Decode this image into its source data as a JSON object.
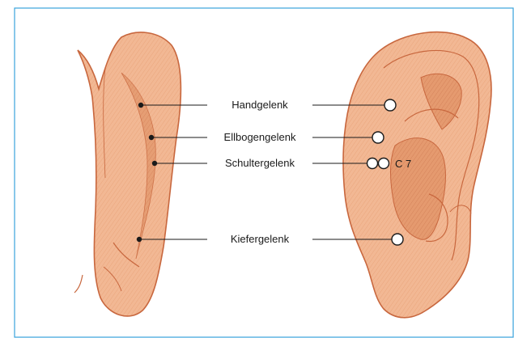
{
  "figure": {
    "border_color": "#3aa3dc",
    "skin_color": "#f0b48d",
    "outline_color": "#c8673e",
    "shade_color": "#d4835a",
    "labels": {
      "wrist": "Handgelenk",
      "elbow": "Ellbogengelenk",
      "shoulder": "Schultergelenk",
      "jaw": "Kiefergelenk",
      "c7": "C 7"
    }
  }
}
